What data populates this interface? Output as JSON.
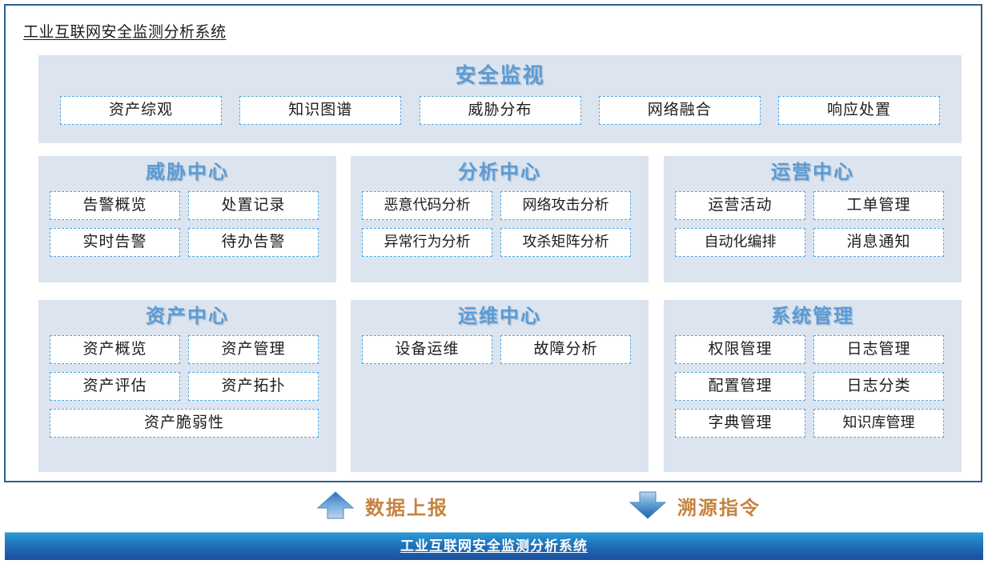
{
  "page": {
    "title": "工业互联网安全监测分析系统"
  },
  "colors": {
    "panel_bg": "#dbe4ef",
    "panel_title": "#5b9bd5",
    "button_border": "#4fa8e0",
    "frame_border": "#2e5f8f",
    "flow_label": "#c58340",
    "bar_gradient_start": "#2b9ad4",
    "bar_gradient_end": "#1c4f9c"
  },
  "monitor": {
    "title": "安全监视",
    "buttons": [
      {
        "label": "资产综观"
      },
      {
        "label": "知识图谱"
      },
      {
        "label": "威胁分布"
      },
      {
        "label": "网络融合"
      },
      {
        "label": "响应处置"
      }
    ]
  },
  "panels": [
    {
      "key": "threat",
      "title": "威胁中心",
      "buttons": [
        {
          "label": "告警概览",
          "wide": false
        },
        {
          "label": "处置记录",
          "wide": false
        },
        {
          "label": "实时告警",
          "wide": false
        },
        {
          "label": "待办告警",
          "wide": false
        }
      ]
    },
    {
      "key": "analysis",
      "title": "分析中心",
      "buttons": [
        {
          "label": "恶意代码分析",
          "wide": false
        },
        {
          "label": "网络攻击分析",
          "wide": false
        },
        {
          "label": "异常行为分析",
          "wide": false
        },
        {
          "label": "攻杀矩阵分析",
          "wide": false
        }
      ]
    },
    {
      "key": "ops",
      "title": "运营中心",
      "buttons": [
        {
          "label": "运营活动",
          "wide": false
        },
        {
          "label": "工单管理",
          "wide": false
        },
        {
          "label": "自动化编排",
          "wide": false
        },
        {
          "label": "消息通知",
          "wide": false
        }
      ]
    },
    {
      "key": "asset",
      "title": "资产中心",
      "buttons": [
        {
          "label": "资产概览",
          "wide": false
        },
        {
          "label": "资产管理",
          "wide": false
        },
        {
          "label": "资产评估",
          "wide": false
        },
        {
          "label": "资产拓扑",
          "wide": false
        },
        {
          "label": "资产脆弱性",
          "wide": true
        }
      ]
    },
    {
      "key": "maint",
      "title": "运维中心",
      "buttons": [
        {
          "label": "设备运维",
          "wide": false
        },
        {
          "label": "故障分析",
          "wide": false
        }
      ]
    },
    {
      "key": "system",
      "title": "系统管理",
      "buttons": [
        {
          "label": "权限管理",
          "wide": false
        },
        {
          "label": "日志管理",
          "wide": false
        },
        {
          "label": "配置管理",
          "wide": false
        },
        {
          "label": "日志分类",
          "wide": false
        },
        {
          "label": "字典管理",
          "wide": false
        },
        {
          "label": "知识库管理",
          "wide": false
        }
      ]
    }
  ],
  "flows": [
    {
      "icon": "arrow-up-icon",
      "direction": "up",
      "label": "数据上报"
    },
    {
      "icon": "arrow-down-icon",
      "direction": "down",
      "label": "溯源指令"
    }
  ],
  "bottom_bar": {
    "label": "工业互联网安全监测分析系统"
  }
}
